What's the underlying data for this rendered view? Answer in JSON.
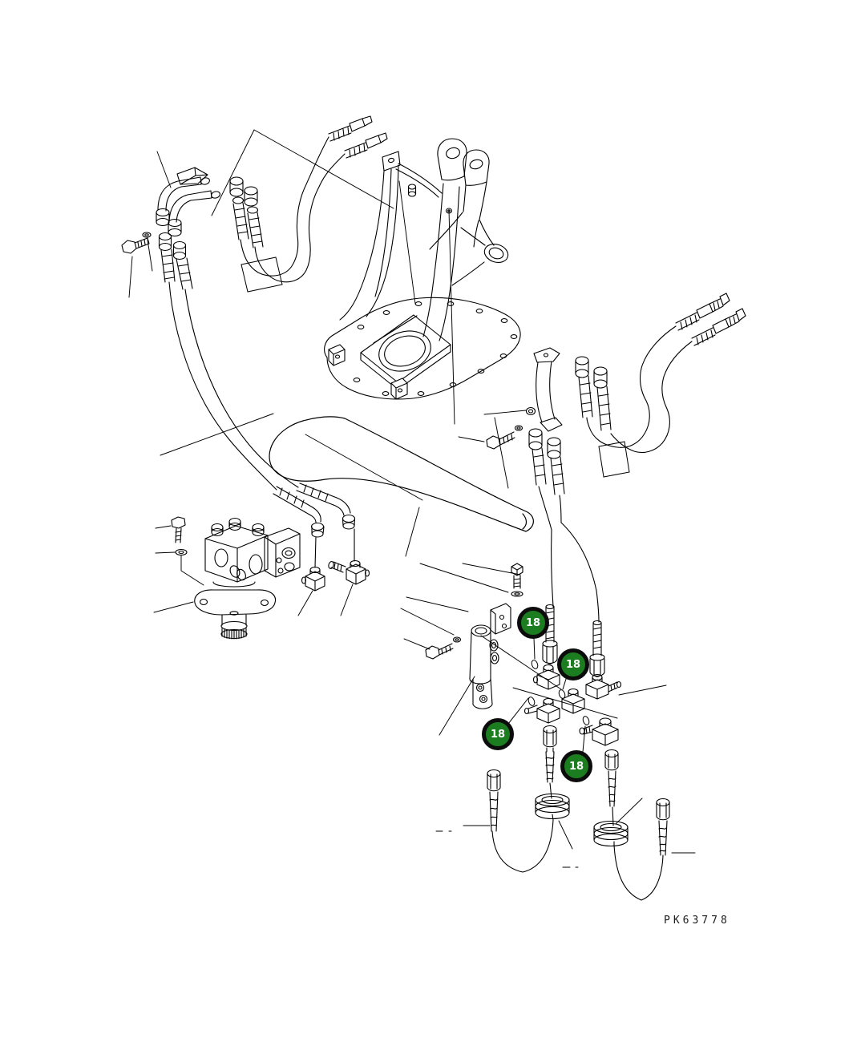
{
  "figure": {
    "drawing_code": "PK63778",
    "callouts": [
      {
        "label": "18"
      },
      {
        "label": "18"
      },
      {
        "label": "18"
      },
      {
        "label": "18"
      }
    ],
    "colors": {
      "background": "#ffffff",
      "linework": "#000000",
      "badge_fill": "#1b7d1f",
      "badge_ring": "#0c0c0c",
      "badge_text": "#ffffff",
      "drawing_code_text": "#1a1a1a"
    }
  }
}
